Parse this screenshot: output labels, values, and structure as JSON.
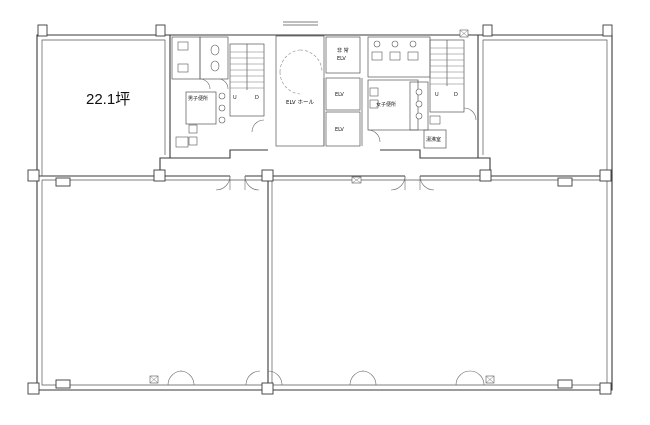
{
  "units": {
    "area_label": "22.1坪"
  },
  "rooms": {
    "elv_hall": "ELV ホール",
    "emergency_elv_line1": "非 常",
    "emergency_elv_line2": "ELV",
    "elv_a": "ELV",
    "elv_b": "ELV",
    "mens_toilet": "男子便所",
    "womens_toilet": "女子便所",
    "kitchenette": "湯沸室"
  },
  "stairs": {
    "left_up": "U",
    "left_down": "D",
    "right_up": "U",
    "right_down": "D"
  }
}
